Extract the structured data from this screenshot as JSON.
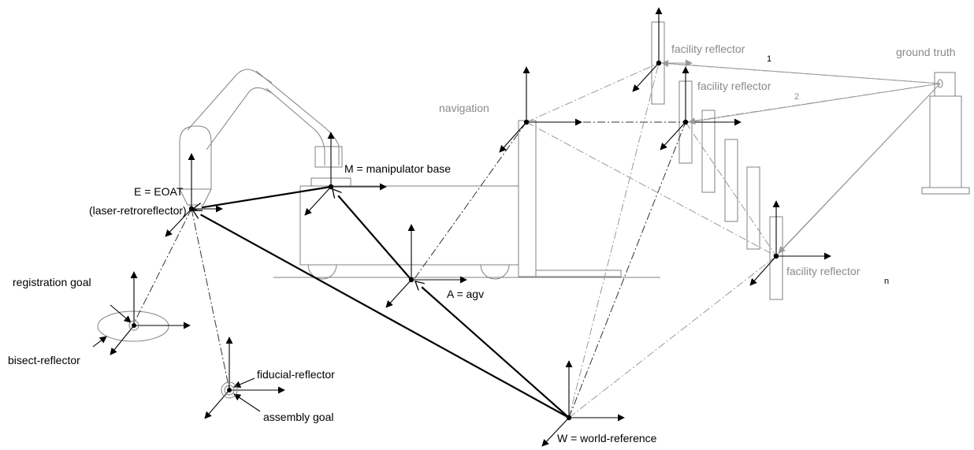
{
  "diagram": {
    "labels": {
      "eoat": "E = EOAT",
      "eoat_sub": "(laser-retroreflector)",
      "manipulator": "M = manipulator base",
      "agv": "A = agv",
      "world": "W = world-reference",
      "navigation": "navigation",
      "facility1": "facility reflector",
      "facility1_idx": "1",
      "facility2": "facility reflector",
      "facility2_idx": "2",
      "facilityn": "facility reflector",
      "facilityn_idx": "n",
      "ground_truth": "ground truth",
      "registration_goal": "registration goal",
      "bisect_reflector": "bisect-reflector",
      "fiducial_reflector": "fiducial-reflector",
      "assembly_goal": "assembly goal"
    },
    "colors": {
      "primary": "#000000",
      "secondary": "#8a8a8a",
      "outline": "#808080"
    }
  }
}
